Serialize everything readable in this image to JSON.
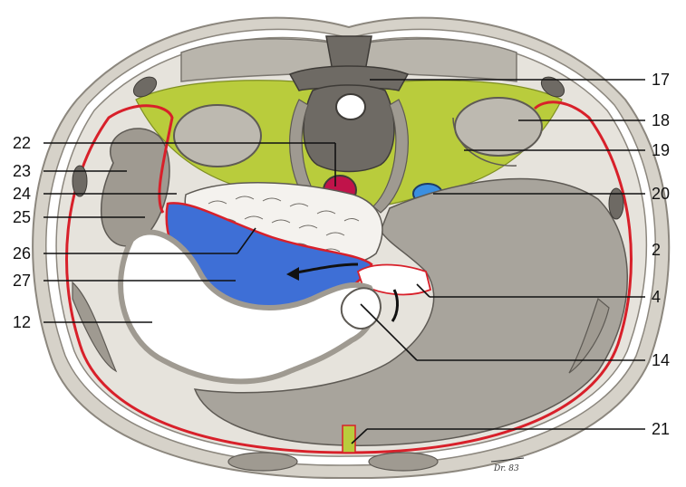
{
  "figure": {
    "labels": {
      "l2": "2",
      "l4": "4",
      "l12": "12",
      "l14": "14",
      "l17": "17",
      "l18": "18",
      "l19": "19",
      "l20": "20",
      "l21": "21",
      "l22": "22",
      "l23": "23",
      "l24": "24",
      "l25": "25",
      "l26": "26",
      "l27": "27"
    },
    "signature": "Dr. 83"
  },
  "colors": {
    "skin": "#c9c5bb",
    "muscle": "#9f9a91",
    "bone": "#6e6a64",
    "fat_yellow": "#b9cc3c",
    "peritoneum_red": "#d8202a",
    "lesser_sac_blue": "#3e6fd6",
    "artery": "#c0134a",
    "vein_blue": "#3b8fe0",
    "organ_gray": "#a8a49c",
    "white": "#ffffff"
  }
}
